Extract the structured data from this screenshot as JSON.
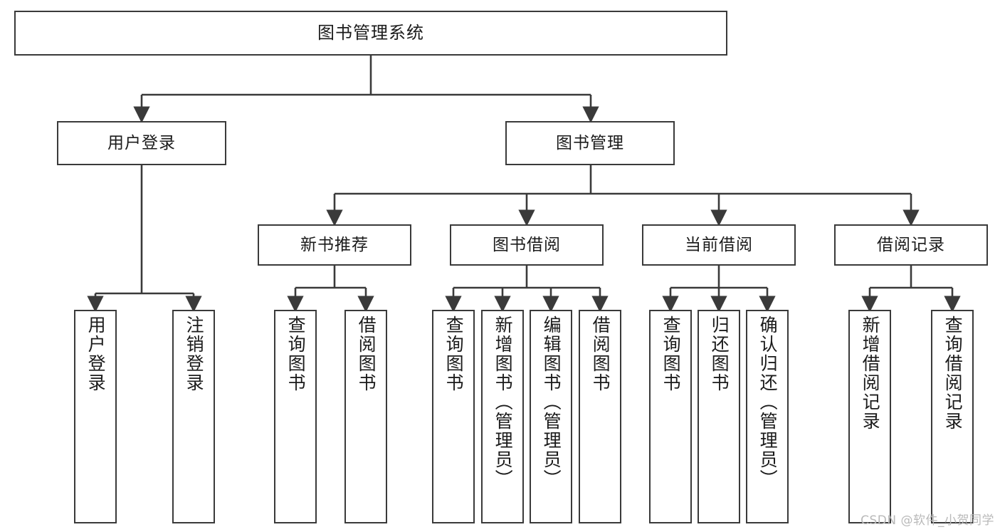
{
  "diagram": {
    "title": "图书管理系统",
    "type": "tree-hierarchy",
    "orientation": "top-down",
    "colors": {
      "node_border": "#3a3a3a",
      "node_fill": "#ffffff",
      "edge": "#3a3a3a",
      "text": "#1b1b1b",
      "watermark": "#b9b9b9",
      "background": "#ffffff"
    }
  },
  "watermark": {
    "text": "CSDN @软件_小贺同学"
  },
  "nodes": {
    "root": {
      "id": "root",
      "label": "图书管理系统",
      "level": 1
    },
    "level2": [
      {
        "id": "user-login",
        "label": "用户登录",
        "level": 2
      },
      {
        "id": "book-management",
        "label": "图书管理",
        "level": 2
      }
    ],
    "level3": [
      {
        "id": "new-book-recommend",
        "label": "新书推荐",
        "level": 3,
        "parent": "book-management"
      },
      {
        "id": "book-borrow",
        "label": "图书借阅",
        "level": 3,
        "parent": "book-management"
      },
      {
        "id": "current-borrow",
        "label": "当前借阅",
        "level": 3,
        "parent": "book-management"
      },
      {
        "id": "borrow-record",
        "label": "借阅记录",
        "level": 3,
        "parent": "book-management"
      }
    ],
    "leaves": [
      {
        "id": "leaf-user-login",
        "label": "用户登录",
        "parent": "user-login"
      },
      {
        "id": "leaf-user-logout",
        "label": "注销登录",
        "parent": "user-login"
      },
      {
        "id": "leaf-query-book-recommend",
        "label": "查询图书",
        "parent": "new-book-recommend"
      },
      {
        "id": "leaf-borrow-book-recommend",
        "label": "借阅图书",
        "parent": "new-book-recommend"
      },
      {
        "id": "leaf-query-book-borrow",
        "label": "查询图书",
        "parent": "book-borrow"
      },
      {
        "id": "leaf-add-book",
        "label": "新增图书（管理员）",
        "parent": "book-borrow"
      },
      {
        "id": "leaf-edit-book",
        "label": "编辑图书（管理员）",
        "parent": "book-borrow"
      },
      {
        "id": "leaf-borrow-book",
        "label": "借阅图书",
        "parent": "book-borrow"
      },
      {
        "id": "leaf-query-book-current",
        "label": "查询图书",
        "parent": "current-borrow"
      },
      {
        "id": "leaf-return-book",
        "label": "归还图书",
        "parent": "current-borrow"
      },
      {
        "id": "leaf-confirm-return",
        "label": "确认归还（管理员）",
        "parent": "current-borrow"
      },
      {
        "id": "leaf-add-record",
        "label": "新增借阅记录",
        "parent": "borrow-record"
      },
      {
        "id": "leaf-query-record",
        "label": "查询借阅记录",
        "parent": "borrow-record"
      }
    ]
  }
}
